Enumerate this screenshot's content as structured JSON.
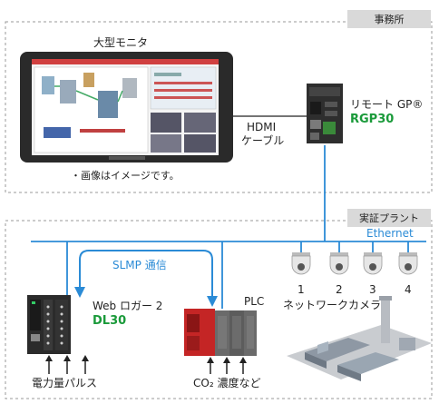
{
  "office": {
    "tab": "事務所"
  },
  "plant": {
    "tab": "実証プラント"
  },
  "monitor": {
    "title": "大型モニタ",
    "note": "・画像はイメージです。"
  },
  "cable": {
    "line1": "HDMI",
    "line2": "ケーブル"
  },
  "remote": {
    "name": "リモート GP®",
    "model": "RGP30"
  },
  "network": {
    "ethernet": "Ethernet",
    "protocol": "SLMP 通信"
  },
  "cameras": {
    "numbers": [
      "1",
      "2",
      "3",
      "4"
    ],
    "label": "ネットワークカメラ"
  },
  "logger": {
    "name": "Web ロガー 2",
    "model": "DL30",
    "input": "電力量パルス"
  },
  "plc": {
    "name": "PLC",
    "input": "CO₂ 濃度など"
  },
  "colors": {
    "ethernet": "#2b8bd6",
    "slmp": "#2b8bd6",
    "model": "#1a9a3a",
    "tab": "#d9d9d9"
  }
}
